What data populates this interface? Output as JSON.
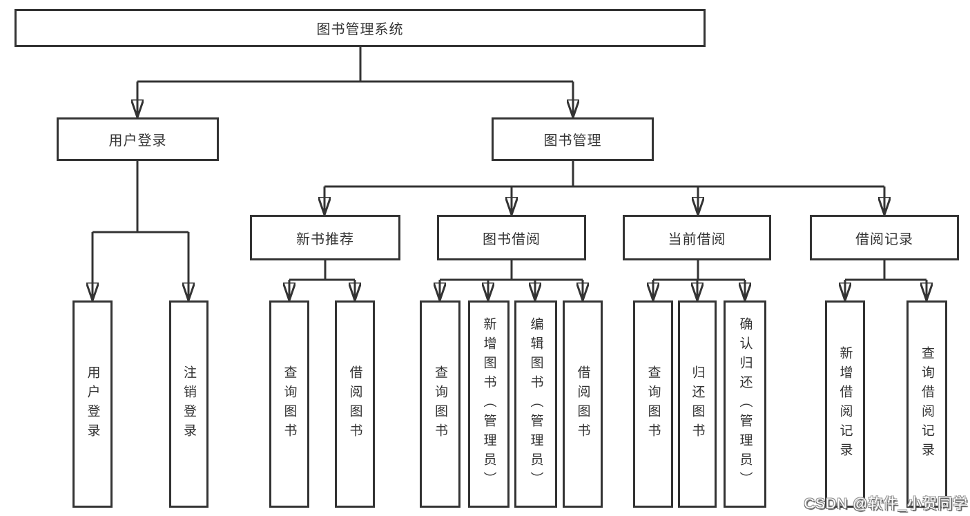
{
  "diagram": {
    "root": "图书管理系统",
    "level1": [
      "用户登录",
      "图书管理"
    ],
    "level2": [
      "新书推荐",
      "图书借阅",
      "当前借阅",
      "借阅记录"
    ],
    "leaves_user_login": [
      "用户登录",
      "注销登录"
    ],
    "leaves_new_books": [
      "查询图书",
      "借阅图书"
    ],
    "leaves_book_borrow": [
      "查询图书",
      "新增图书（管理员）",
      "编辑图书（管理员）",
      "借阅图书"
    ],
    "leaves_current_borrow": [
      "查询图书",
      "归还图书",
      "确认归还（管理员）"
    ],
    "leaves_borrow_records": [
      "新增借阅记录",
      "查询借阅记录"
    ]
  },
  "watermark": "CSDN @软件_小贺同学",
  "colors": {
    "line": "#333333",
    "text": "#333333",
    "background": "#ffffff",
    "watermark_fill": "#fdfdfd",
    "watermark_shadow": "#4a4a4a"
  }
}
